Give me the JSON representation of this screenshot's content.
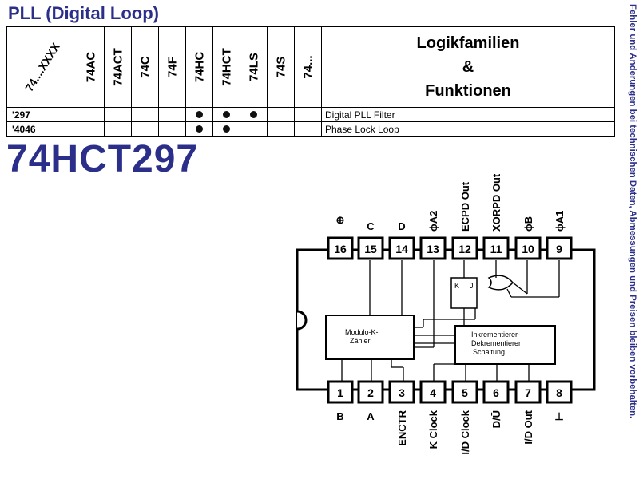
{
  "section_title": "PLL (Digital Loop)",
  "table": {
    "corner_label": "74....XXXX",
    "families": [
      "74AC",
      "74ACT",
      "74C",
      "74F",
      "74HC",
      "74HCT",
      "74LS",
      "74S",
      "74..."
    ],
    "heading_line1": "Logikfamilien",
    "heading_line2": "&",
    "heading_line3": "Funktionen",
    "rows": [
      {
        "code": "'297",
        "marks": [
          false,
          false,
          false,
          false,
          true,
          true,
          true,
          false,
          false
        ],
        "function": "Digital PLL Filter"
      },
      {
        "code": "'4046",
        "marks": [
          false,
          false,
          false,
          false,
          true,
          true,
          false,
          false,
          false
        ],
        "function": "Phase Lock Loop"
      }
    ]
  },
  "part_number": "74HCT297",
  "side_note": "Fehler und Änderungen bei technischen Daten, Abmessungen und Preisen bleiben vorbehalten.",
  "ic": {
    "top_pins": [
      {
        "num": "16",
        "label": "⊕"
      },
      {
        "num": "15",
        "label": "C"
      },
      {
        "num": "14",
        "label": "D"
      },
      {
        "num": "13",
        "label": "ϕA2"
      },
      {
        "num": "12",
        "label": "ECPD Out"
      },
      {
        "num": "11",
        "label": "XORPD Out"
      },
      {
        "num": "10",
        "label": "ϕB"
      },
      {
        "num": "9",
        "label": "ϕA1"
      }
    ],
    "bottom_pins": [
      {
        "num": "1",
        "label": "B"
      },
      {
        "num": "2",
        "label": "A"
      },
      {
        "num": "3",
        "label": "ENCTR"
      },
      {
        "num": "4",
        "label": "K Clock"
      },
      {
        "num": "5",
        "label": "I/D Clock"
      },
      {
        "num": "6",
        "label": "D/Ū"
      },
      {
        "num": "7",
        "label": "I/D Out"
      },
      {
        "num": "8",
        "label": "⊥"
      }
    ],
    "counter_line1": "Modulo-K-",
    "counter_line2": "Zähler",
    "incdec_line1": "Inkrementierer-",
    "incdec_line2": "Dekrementierer",
    "incdec_line3": "Schaltung",
    "ff_k": "K",
    "ff_j": "J"
  }
}
